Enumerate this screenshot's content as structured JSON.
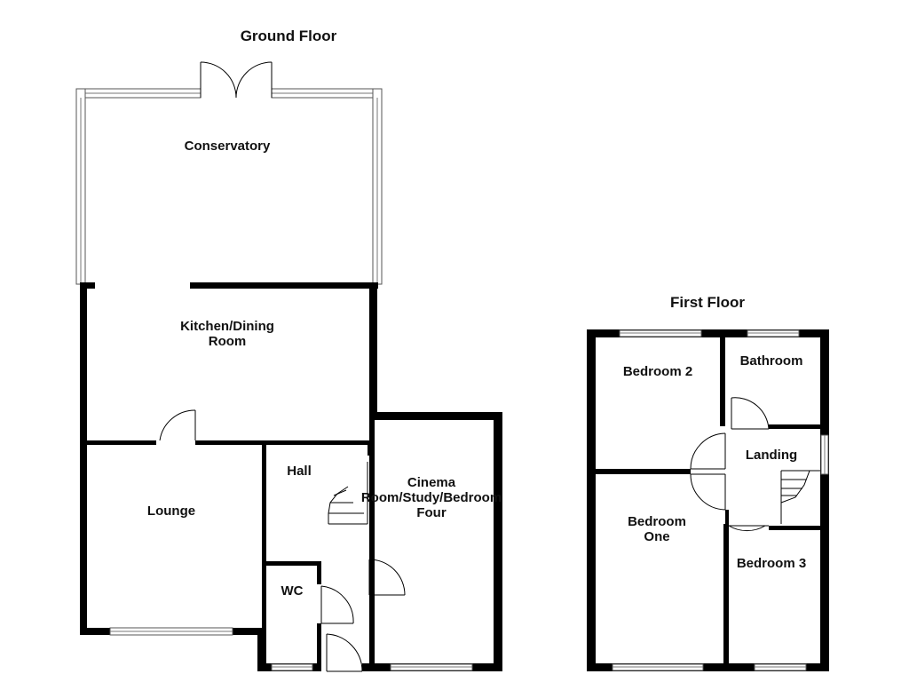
{
  "floors": {
    "ground": {
      "title": "Ground Floor",
      "rooms": {
        "conservatory": "Conservatory",
        "kitchen_line1": "Kitchen/Dining",
        "kitchen_line2": "Room",
        "lounge": "Lounge",
        "hall": "Hall",
        "cinema_line1": "Cinema",
        "cinema_line2": "Room/Study/Bedroom",
        "cinema_line3": "Four",
        "wc": "WC"
      }
    },
    "first": {
      "title": "First Floor",
      "rooms": {
        "bedroom2": "Bedroom 2",
        "bathroom": "Bathroom",
        "landing": "Landing",
        "bedroom_one_line1": "Bedroom",
        "bedroom_one_line2": "One",
        "bedroom3": "Bedroom 3"
      }
    }
  },
  "colors": {
    "wall": "#000000",
    "window": "#ffffff",
    "label": "#111111"
  }
}
